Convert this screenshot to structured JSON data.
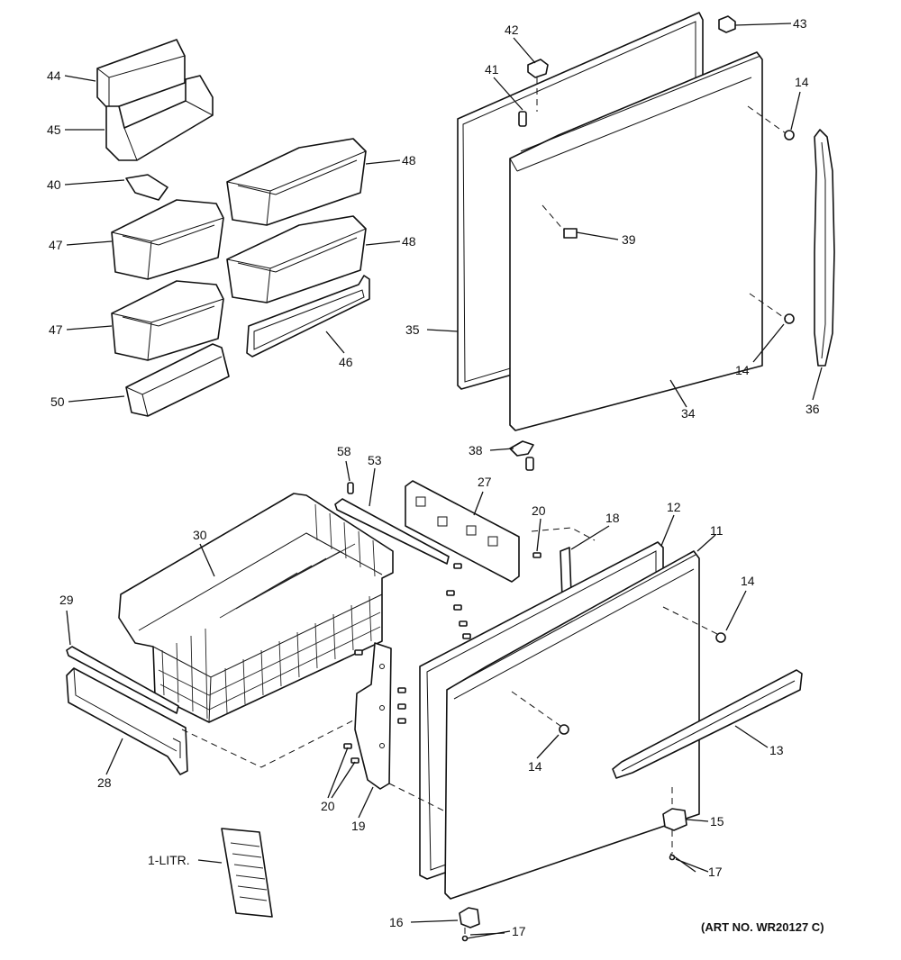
{
  "callouts": {
    "c44": "44",
    "c45": "45",
    "c40": "40",
    "c47a": "47",
    "c47b": "47",
    "c50": "50",
    "c48a": "48",
    "c48b": "48",
    "c46": "46",
    "c42": "42",
    "c41": "41",
    "c43": "43",
    "c14a": "14",
    "c39": "39",
    "c35": "35",
    "c14b": "14",
    "c34": "34",
    "c36": "36",
    "c38": "38",
    "c58": "58",
    "c53": "53",
    "c27": "27",
    "c20a": "20",
    "c18": "18",
    "c12": "12",
    "c11": "11",
    "c30": "30",
    "c29": "29",
    "c28": "28",
    "c14c": "14",
    "c13": "13",
    "c14d": "14",
    "c20b": "20",
    "c19": "19",
    "c15": "15",
    "c17a": "17",
    "c16": "16",
    "c17b": "17",
    "litr": "1-LITR."
  },
  "art_number": "(ART NO. WR20127 C)"
}
